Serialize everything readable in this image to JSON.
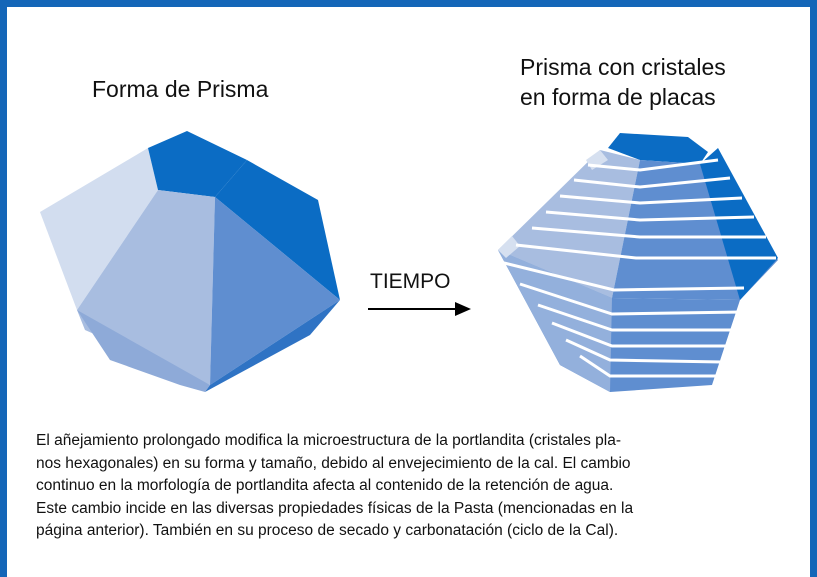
{
  "left_shape": {
    "title": "Forma de Prisma"
  },
  "right_shape": {
    "title_lines": [
      "Prisma con cristales",
      "en forma de placas"
    ]
  },
  "arrow": {
    "label": "TIEMPO"
  },
  "caption_lines": [
    "El añejamiento prolongado modifica la microestructura de la portlandita (cristales pla-",
    "nos hexagonales) en su forma y tamaño, debido al envejecimiento de la cal. El cambio",
    "continuo en la morfología de portlandita afecta al contenido de la retención de agua.",
    "Este cambio incide en las diversas propiedades físicas de la Pasta (mencionadas en la",
    "página anterior). También en su proceso de secado y carbonatación (ciclo de la Cal)."
  ],
  "colors": {
    "frame": "#1466b8",
    "dark_blue": "#0b6cc4",
    "mid_blue": "#5f8ed0",
    "light_blue": "#a9bde0",
    "pale_blue": "#cfdbee"
  }
}
